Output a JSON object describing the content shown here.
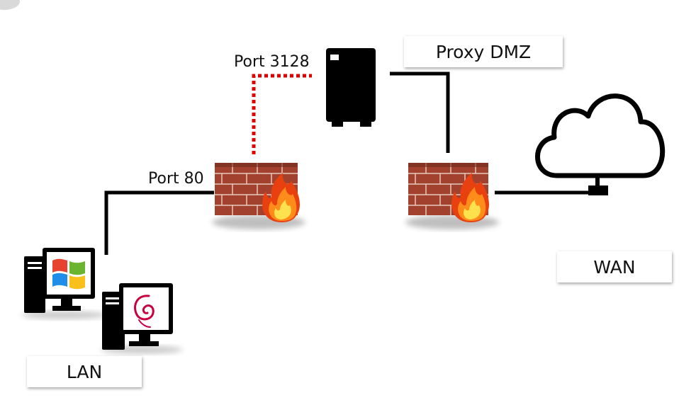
{
  "labels": {
    "proxy_dmz": "Proxy DMZ",
    "wan": "WAN",
    "lan": "LAN",
    "port_3128": "Port 3128",
    "port_80": "Port 80"
  },
  "colors": {
    "line": "#000000",
    "dotted_link": "#e00000",
    "brick": "#a2422e",
    "brick_dark": "#6e2a1c",
    "mortar": "#e8c9bd",
    "flame_outer": "#e8410f",
    "flame_mid": "#ff8c1a",
    "flame_inner": "#ffe14d",
    "windows_red": "#e8432f",
    "windows_green": "#6ab42f",
    "windows_blue": "#1f8ee8",
    "windows_yellow": "#f9bf1b",
    "debian_swirl": "#c8003f"
  },
  "icons": [
    "proxy-server-icon",
    "firewall-lan-icon",
    "firewall-wan-icon",
    "cloud-icon",
    "windows-pc-icon",
    "debian-pc-icon"
  ]
}
